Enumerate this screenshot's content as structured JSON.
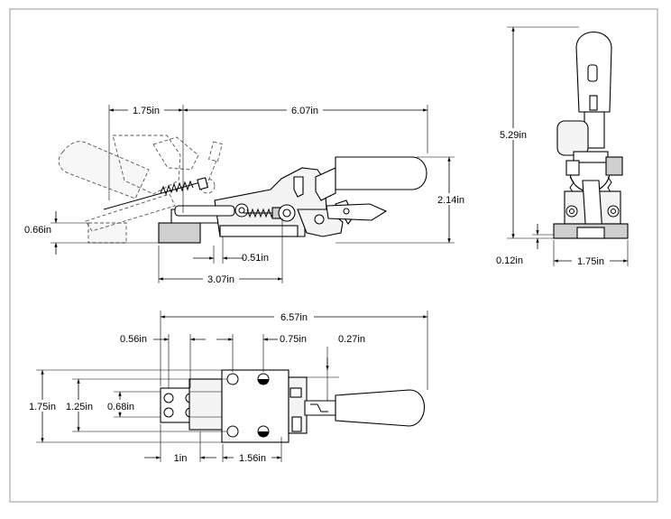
{
  "drawing": {
    "side_view": {
      "dims": {
        "swing_offset": "1.75in",
        "overall_length": "6.07in",
        "height": "2.14in",
        "base_height": "0.66in",
        "plunger_offset": "0.51in",
        "base_length": "3.07in"
      }
    },
    "end_view": {
      "dims": {
        "height": "5.29in",
        "base_thickness": "0.12in",
        "width": "1.75in"
      }
    },
    "plan_view": {
      "dims": {
        "overall_length": "6.57in",
        "slot_width": "0.56in",
        "hole_spacing_x": "0.75in",
        "handle_offset": "0.27in",
        "overall_width": "1.75in",
        "hole_span_y": "1.25in",
        "slot_span_y": "0.68in",
        "front_offset": "1in",
        "hole_offset_x": "1.56in"
      }
    }
  }
}
